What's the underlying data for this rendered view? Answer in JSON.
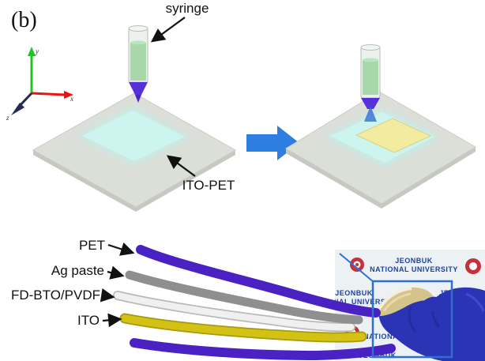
{
  "panel": {
    "label": "(b)"
  },
  "axes": {
    "x": "x",
    "y": "y",
    "z": "z"
  },
  "annotations": {
    "syringe": "syringe",
    "ito_pet": "ITO-PET"
  },
  "layers": [
    {
      "label": "PET"
    },
    {
      "label": "Ag paste"
    },
    {
      "label": "FD-BTO/PVDF"
    },
    {
      "label": "ITO"
    }
  ],
  "photo": {
    "watermark": {
      "line1": "JEONBUK",
      "line2": "NATIONAL UNIVERSITY"
    }
  },
  "colors": {
    "process_arrow": "#2e7de0",
    "pet_ribbon": "#4a22c4",
    "ag_ribbon": "#8f8f8f",
    "pvdf_ribbon": "#f0f0f0",
    "pvdf_ribbon_edge": "#b9b9b9",
    "ito_ribbon": "#d3c214",
    "ito_ribbon_edge": "#a89a10",
    "ito_pet_film": "#cdf4ef",
    "ito_pet_film_glow": "#bff0ea",
    "printed_layer": "#f1ec9f",
    "substrate": "#dcded8",
    "substrate_side": "#c6c8c2",
    "syringe_liquid": "#a6d8ac",
    "syringe_tip": "#5630d8",
    "ink_cone": "#2f6fd8",
    "glove": "#2b34b4",
    "device_film": "#d4c489",
    "watermark_text": "#1c3fa8",
    "emblem_red": "#c5303a",
    "callout": "#2f6fd0"
  }
}
